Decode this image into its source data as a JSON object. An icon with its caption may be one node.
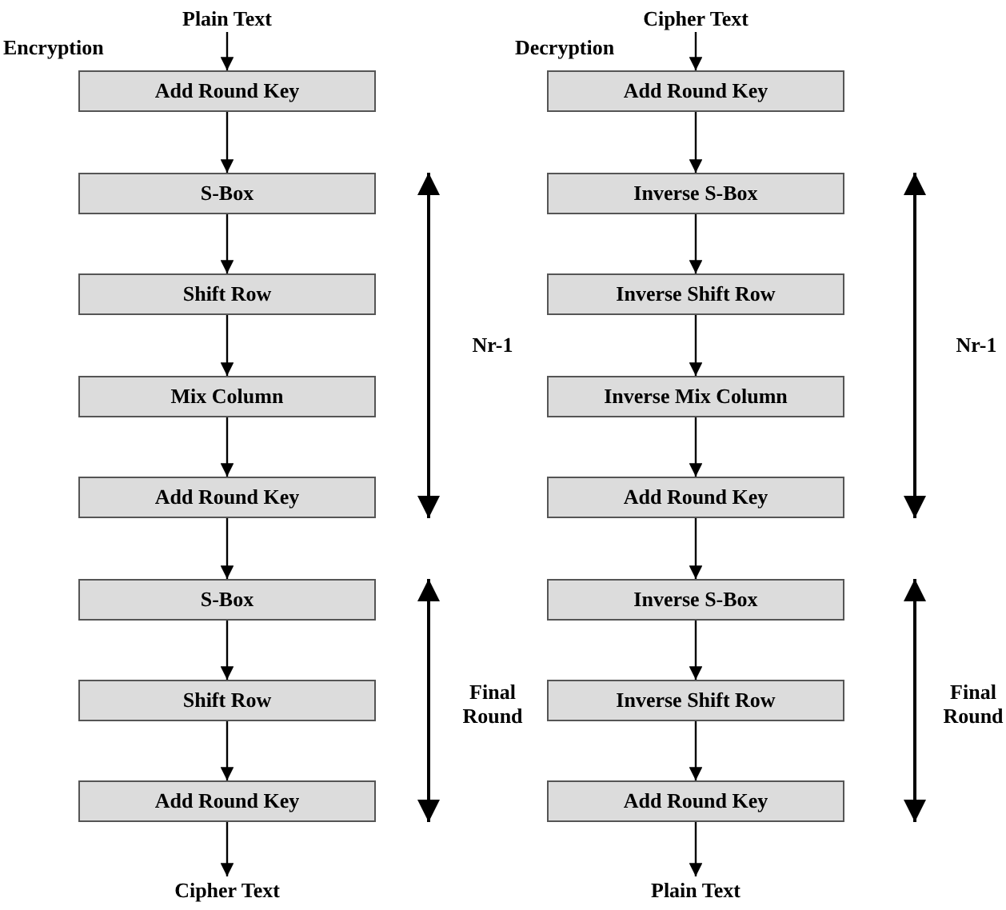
{
  "diagram": {
    "nodes": [
      {
        "text": [
          "Plain Text"
        ]
      },
      {
        "text": [
          "Add Round Key"
        ]
      },
      {
        "text": [
          "S-Box"
        ]
      },
      {
        "text": [
          "Shift Row"
        ]
      },
      {
        "text": [
          "Mix Column"
        ]
      },
      {
        "text": [
          "Add Round Key"
        ]
      },
      {
        "text": [
          "S-Box"
        ]
      },
      {
        "text": [
          "Shift Row"
        ]
      },
      {
        "text": [
          "Add Round Key"
        ]
      },
      {
        "text": [
          "Cipher Text"
        ]
      },
      {
        "text": [
          "Cipher Text"
        ]
      },
      {
        "text": [
          "Add Round Key"
        ]
      },
      {
        "text": [
          "Inverse S-Box"
        ]
      },
      {
        "text": [
          "Inverse Shift Row"
        ]
      },
      {
        "text": [
          "Inverse Mix Column"
        ]
      },
      {
        "text": [
          "Add Round Key"
        ]
      },
      {
        "text": [
          "Inverse S-Box"
        ]
      },
      {
        "text": [
          "Inverse Shift Row"
        ]
      },
      {
        "text": [
          "Add Round Key"
        ]
      },
      {
        "text": [
          "Plain Text"
        ]
      }
    ],
    "edges": [
      {
        "from": 0,
        "to": 1,
        "arrow": "to"
      },
      {
        "from": 1,
        "to": 2,
        "arrow": "to"
      },
      {
        "from": 2,
        "to": 3,
        "arrow": "to"
      },
      {
        "from": 3,
        "to": 4,
        "arrow": "to"
      },
      {
        "from": 4,
        "to": 5,
        "arrow": "to"
      },
      {
        "from": 5,
        "to": 6,
        "arrow": "to"
      },
      {
        "from": 6,
        "to": 7,
        "arrow": "to"
      },
      {
        "from": 7,
        "to": 8,
        "arrow": "to"
      },
      {
        "from": 8,
        "to": 9,
        "arrow": "to"
      },
      {
        "from": 10,
        "to": 11,
        "arrow": "to"
      },
      {
        "from": 11,
        "to": 12,
        "arrow": "to"
      },
      {
        "from": 12,
        "to": 13,
        "arrow": "to"
      },
      {
        "from": 13,
        "to": 14,
        "arrow": "to"
      },
      {
        "from": 14,
        "to": 15,
        "arrow": "to"
      },
      {
        "from": 15,
        "to": 16,
        "arrow": "to"
      },
      {
        "from": 16,
        "to": 17,
        "arrow": "to"
      },
      {
        "from": 17,
        "to": 18,
        "arrow": "to"
      },
      {
        "from": 18,
        "to": 19,
        "arrow": "to"
      }
    ],
    "labels": [
      "Encryption",
      "Decryption",
      "Nr-1",
      "Nr-1",
      "Final Round",
      "Final Round"
    ]
  }
}
